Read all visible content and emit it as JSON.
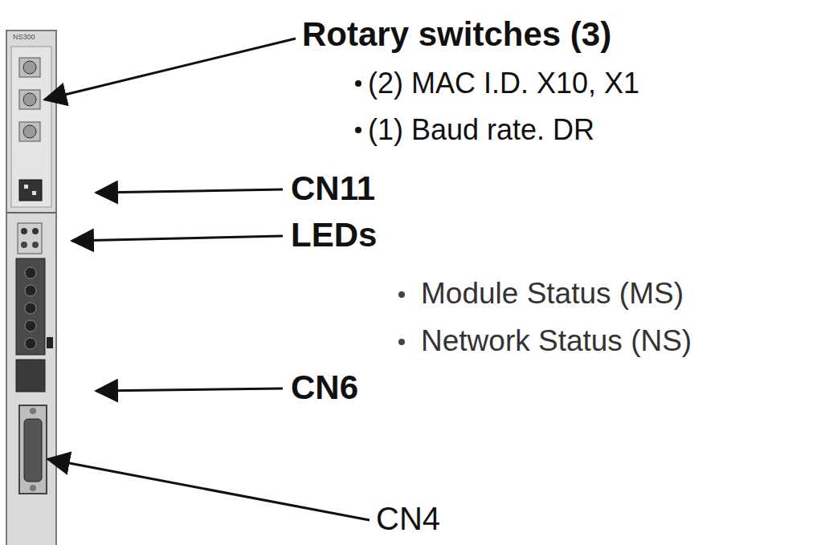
{
  "diagram": {
    "labels": [
      "NS300",
      "Rotary switches (3)",
      "(2) MAC I.D. X10, X1",
      "(1) Baud rate. DR",
      "CN11",
      "LEDs",
      "Module Status (MS)",
      "Network Status (NS)",
      "CN6",
      "CN4"
    ]
  }
}
